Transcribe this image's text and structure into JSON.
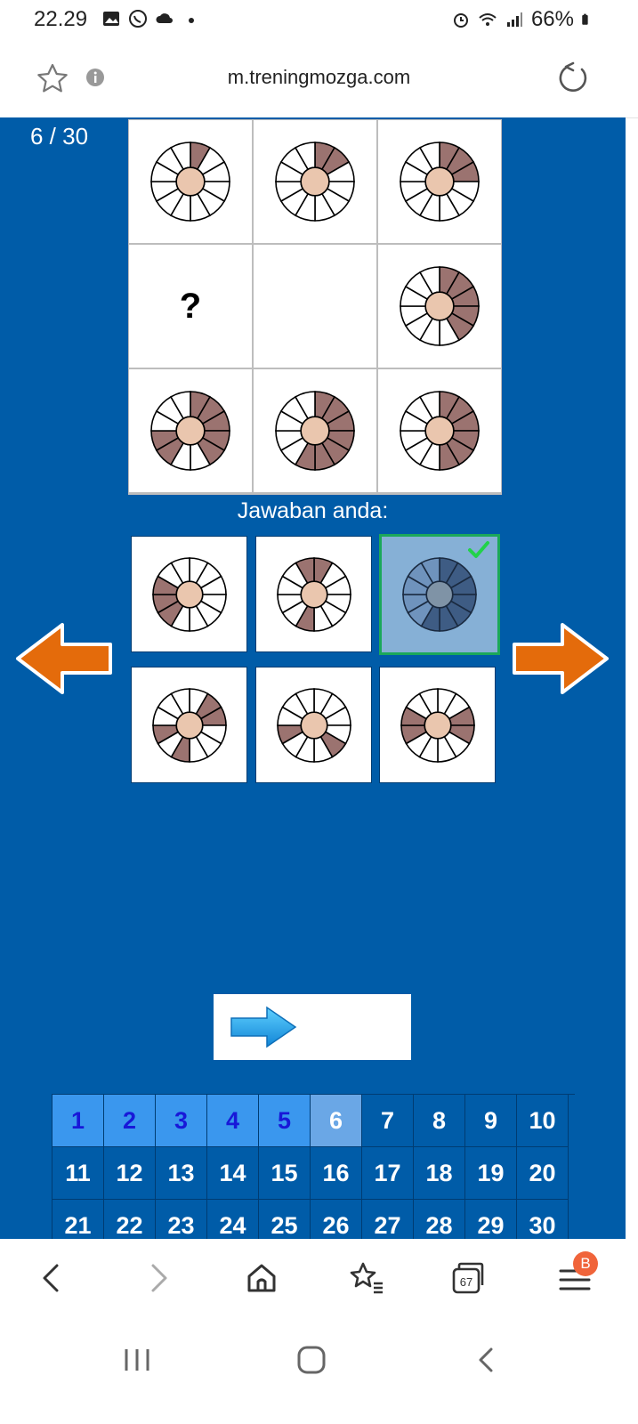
{
  "status_bar": {
    "time": "22.29",
    "battery": "66%"
  },
  "browser": {
    "url": "m.treningmozga.com",
    "tabs_count": "67",
    "menu_badge": "B"
  },
  "quiz": {
    "counter": "6 / 30",
    "answer_label": "Jawaban anda:",
    "question_mark": "?",
    "question_numbers": [
      "1",
      "2",
      "3",
      "4",
      "5",
      "6",
      "7",
      "8",
      "9",
      "10",
      "11",
      "12",
      "13",
      "14",
      "15",
      "16",
      "17",
      "18",
      "19",
      "20",
      "21",
      "22",
      "23",
      "24",
      "25",
      "26",
      "27",
      "28",
      "29",
      "30"
    ],
    "answered": [
      1,
      2,
      3,
      4,
      5
    ],
    "current": 6,
    "selected_option": 3
  },
  "colors": {
    "background_blue": "#005ca8",
    "segment_shaded": "#9b7370",
    "center_fill": "#eac6ae",
    "arrow_orange": "#e46b0b",
    "selected_border": "#1ba85a"
  }
}
